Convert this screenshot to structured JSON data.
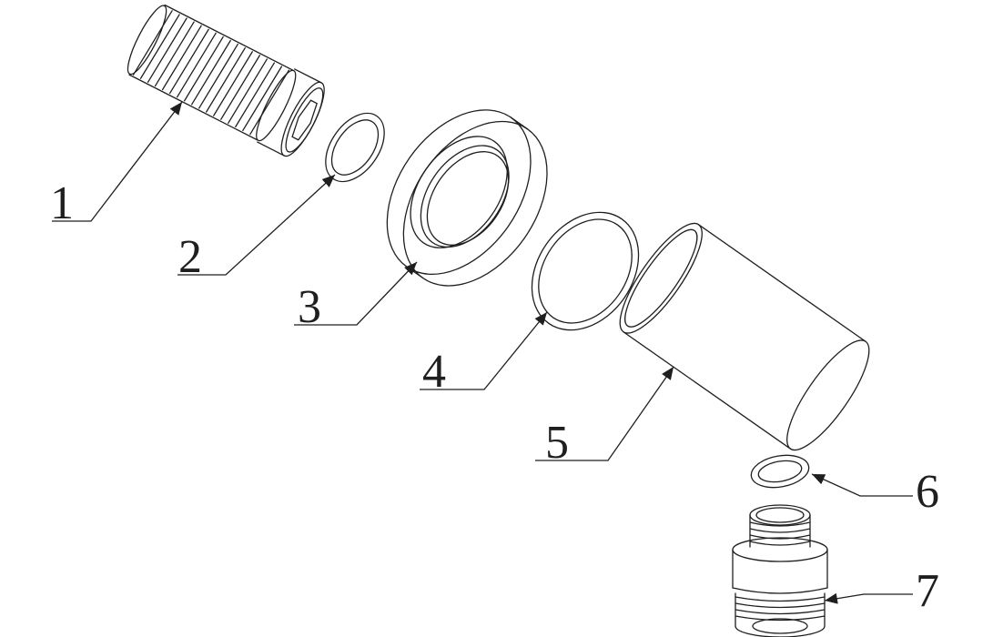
{
  "diagram": {
    "background_color": "#ffffff",
    "line_color": "#1f1f1f",
    "callouts": [
      {
        "label": "1",
        "part": "threaded-set-screw"
      },
      {
        "label": "2",
        "part": "small-seal-ring"
      },
      {
        "label": "3",
        "part": "flange-ring"
      },
      {
        "label": "4",
        "part": "o-ring"
      },
      {
        "label": "5",
        "part": "cylindrical-cover"
      },
      {
        "label": "6",
        "part": "small-o-ring"
      },
      {
        "label": "7",
        "part": "threaded-connector"
      }
    ]
  }
}
